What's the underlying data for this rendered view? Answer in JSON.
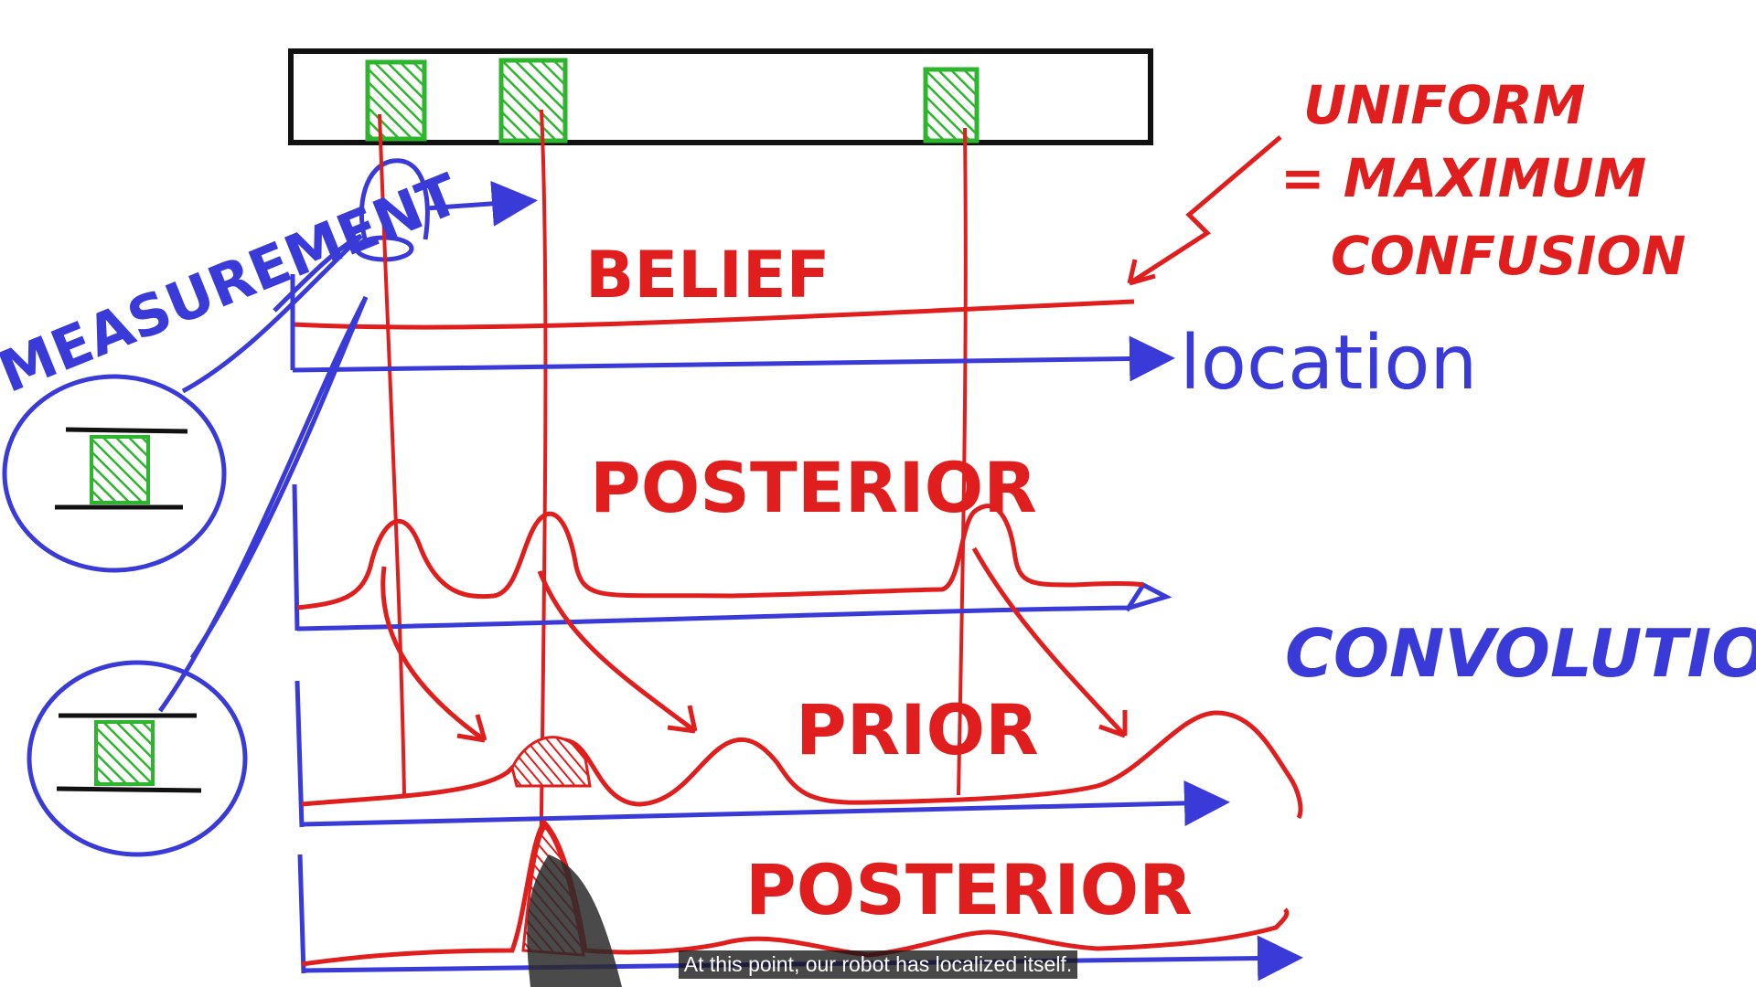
{
  "labels": {
    "measurement": "MEASUREMENT",
    "belief": "BELIEF",
    "uniform_line1": "UNIFORM",
    "uniform_line2": "= MAXIMUM",
    "uniform_line3": "CONFUSION",
    "location": "location",
    "posterior_top": "POSTERIOR",
    "convolution": "CONVOLUTION",
    "prior": "PRIOR",
    "posterior_bottom": "POSTERIOR"
  },
  "caption": "At this point, our robot has localized itself.",
  "colors": {
    "red_ink": "#e01e1e",
    "blue_ink": "#3a3ad8",
    "green_ink": "#2db52d",
    "black_ink": "#111111"
  }
}
